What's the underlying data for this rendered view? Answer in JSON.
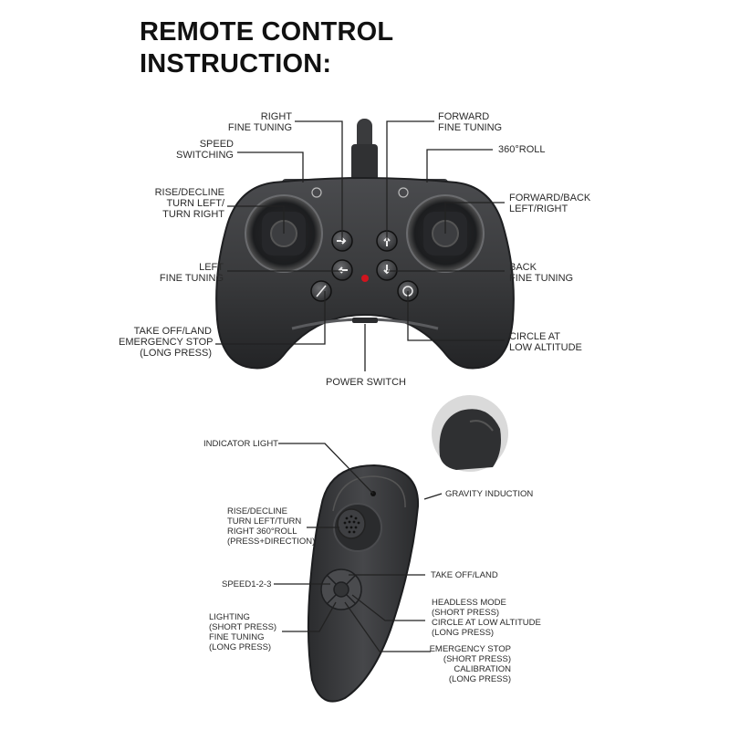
{
  "title": {
    "line1": "REMOTE CONTROL",
    "line2": "INSTRUCTION:"
  },
  "gamepad": {
    "labels": {
      "right_fine_tuning": [
        "RIGHT",
        "FINE TUNING"
      ],
      "forward_fine_tuning": [
        "FORWARD",
        "FINE TUNING"
      ],
      "speed_switching": [
        "SPEED",
        "SWITCHING"
      ],
      "roll_360": [
        "360°ROLL"
      ],
      "rise_decline": [
        "RISE/DECLINE",
        "TURN LEFT/",
        "TURN RIGHT"
      ],
      "forward_back": [
        "FORWARD/BACK",
        "LEFT/RIGHT"
      ],
      "left_fine_tuning": [
        "LEFT",
        "FINE TUNING"
      ],
      "back_fine_tuning": [
        "BACK",
        "FINE TUNING"
      ],
      "takeoff_land": [
        "TAKE OFF/LAND",
        "EMERGENCY STOP",
        "(LONG PRESS)"
      ],
      "circle_low_altitude": [
        "CIRCLE AT",
        "LOW ALTITUDE"
      ],
      "power_switch": [
        "POWER SWITCH"
      ]
    },
    "colors": {
      "body": "#3a3b3d",
      "indicator_led": "#d0141e"
    },
    "button_icons": [
      "arrow-right-icon",
      "arrow-up-icon",
      "arrow-left-icon",
      "arrow-down-icon",
      "takeoff-land-icon",
      "circle-rotate-icon",
      "speed-icon",
      "roll-360-icon"
    ]
  },
  "handheld": {
    "labels": {
      "indicator_light": [
        "INDICATOR LIGHT"
      ],
      "gravity_induction": [
        "GRAVITY INDUCTION"
      ],
      "rise_decline": [
        "RISE/DECLINE",
        "TURN LEFT/TURN",
        "RIGHT 360°ROLL",
        "(PRESS+DIRECTION)"
      ],
      "speed": [
        "SPEED1-2-3"
      ],
      "take_off_land": [
        "TAKE OFF/LAND"
      ],
      "lighting": [
        "LIGHTING",
        "(SHORT PRESS)",
        "FINE TUNING",
        "(LONG PRESS)"
      ],
      "headless_mode": [
        "HEADLESS MODE",
        "(SHORT PRESS)",
        "CIRCLE AT LOW ALTITUDE",
        "(LONG PRESS)"
      ],
      "emergency_stop": [
        "EMERGENCY STOP",
        "(SHORT PRESS)",
        "CALIBRATION",
        "(LONG PRESS)"
      ]
    },
    "colors": {
      "body": "#3b3c3e",
      "inset_bg": "#d9d9d9"
    }
  }
}
